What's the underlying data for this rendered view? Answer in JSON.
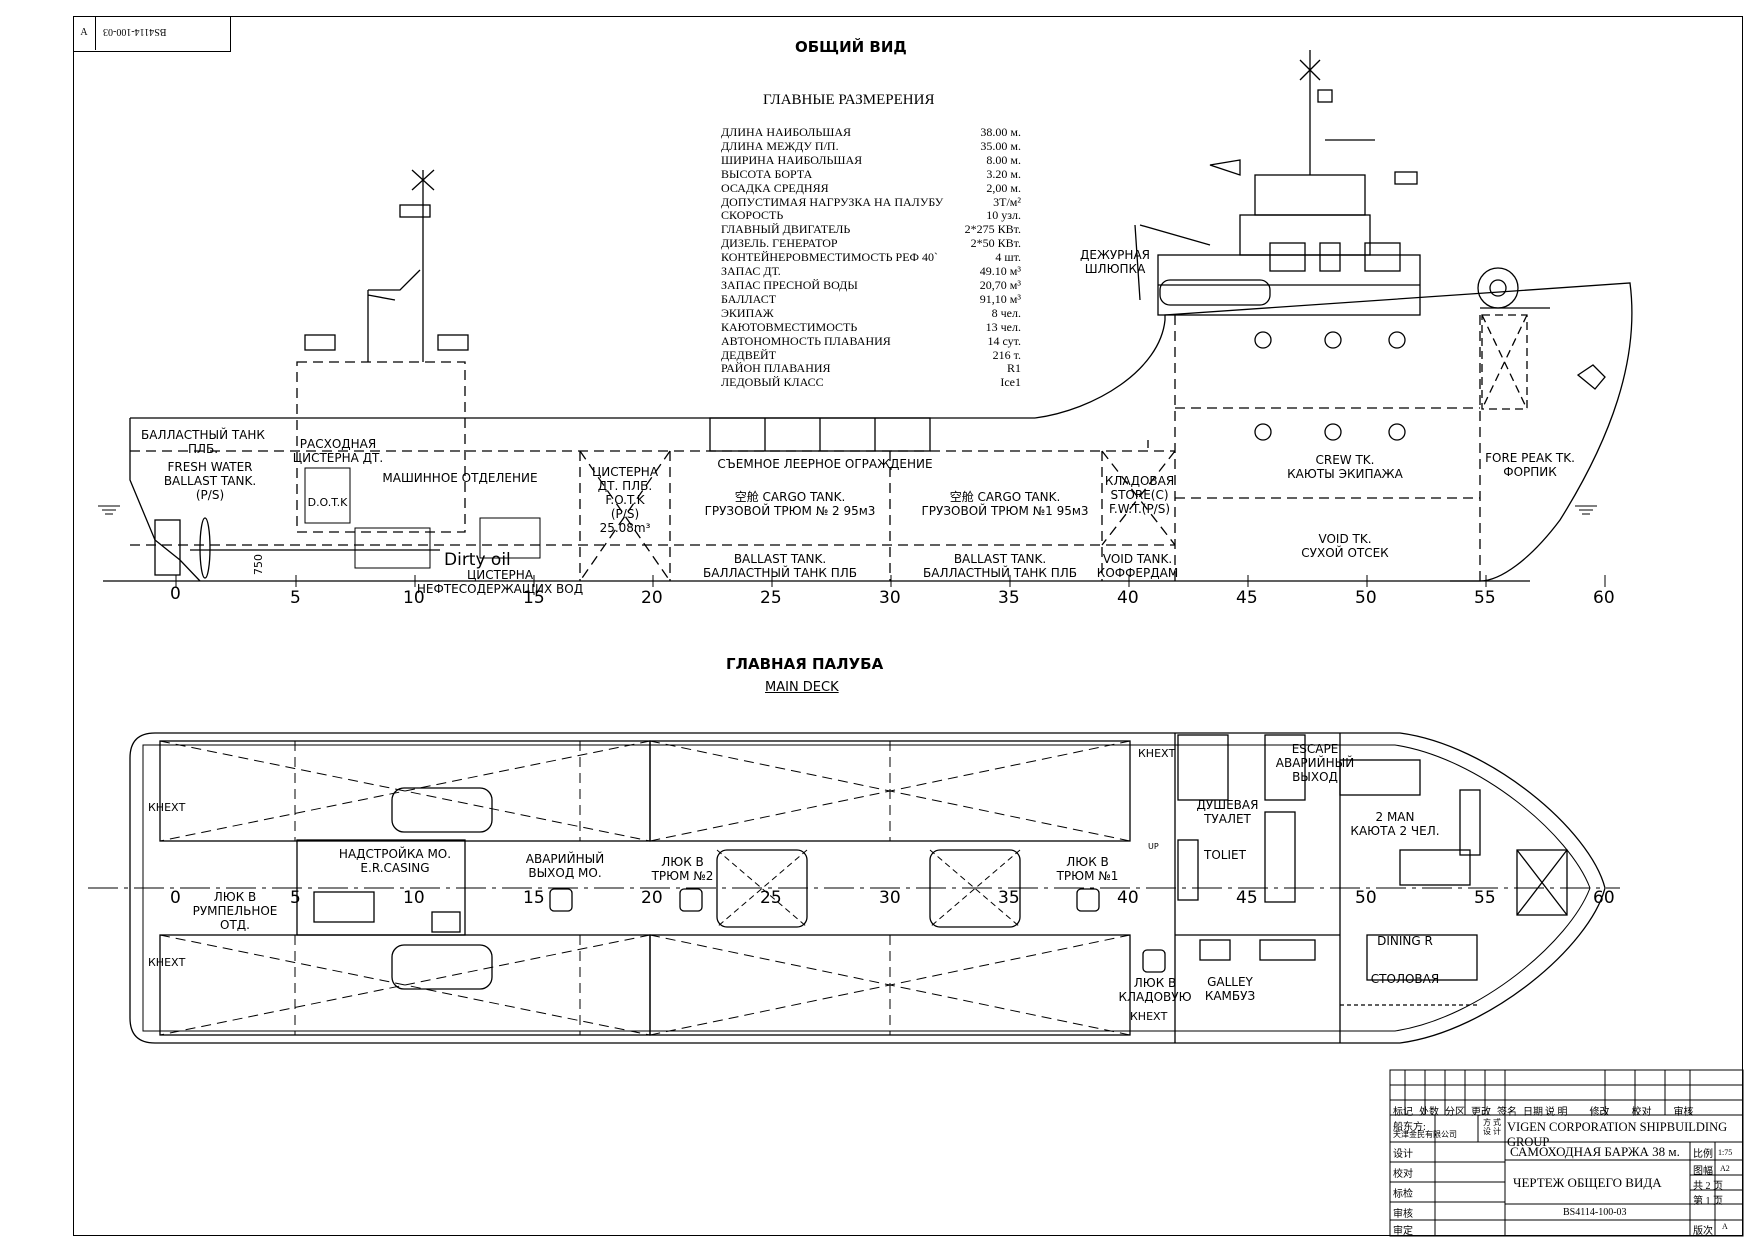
{
  "sheet": {
    "corner_letter": "A",
    "corner_number": "BS4114-100-03"
  },
  "profile": {
    "title": "ОБЩИЙ ВИД"
  },
  "particulars": {
    "title": "ГЛАВНЫЕ РАЗМЕРЕНИЯ",
    "rows": [
      {
        "name": "ДЛИНА НАИБОЛЬШАЯ",
        "value": "38.00 м."
      },
      {
        "name": "ДЛИНА МЕЖДУ П/П.",
        "value": "35.00 м."
      },
      {
        "name": "ШИРИНА НАИБОЛЬШАЯ",
        "value": "8.00 м."
      },
      {
        "name": "ВЫСОТА БОРТА",
        "value": "3.20 м."
      },
      {
        "name": "ОСАДКА СРЕДНЯЯ",
        "value": "2,00 м."
      },
      {
        "name": "ДОПУСТИМАЯ НАГРУЗКА НА ПАЛУБУ",
        "value": "3Т/м²"
      },
      {
        "name": "СКОРОСТЬ",
        "value": "10 узл."
      },
      {
        "name": "ГЛАВНЫЙ ДВИГАТЕЛЬ",
        "value": "2*275 КВт."
      },
      {
        "name": "ДИЗЕЛЬ. ГЕНЕРАТОР",
        "value": "2*50 КВт."
      },
      {
        "name": "КОНТЕЙНЕРОВМЕСТИМОСТЬ РЕФ 40`",
        "value": "4 шт."
      },
      {
        "name": "ЗАПАС ДТ.",
        "value": "49.10 м³"
      },
      {
        "name": "ЗАПАС ПРЕСНОЙ ВОДЫ",
        "value": "20,70 м³"
      },
      {
        "name": "БАЛЛАСТ",
        "value": "91,10 м³"
      },
      {
        "name": "ЭКИПАЖ",
        "value": "8 чел."
      },
      {
        "name": "КАЮТОВМЕСТИМОСТЬ",
        "value": "13 чел."
      },
      {
        "name": "АВТОНОМНОСТЬ ПЛАВАНИЯ",
        "value": "14 сут."
      },
      {
        "name": "ДЕДВЕЙТ",
        "value": "216 т."
      },
      {
        "name": "РАЙОН ПЛАВАНИЯ",
        "value": "R1"
      },
      {
        "name": "ЛЕДОВЫЙ КЛАСС",
        "value": "Ice1"
      }
    ]
  },
  "profile_labels": {
    "ballast_tank": "БАЛЛАСТНЫЙ ТАНК\nПЛБ.",
    "service_tank": "РАСХОДНАЯ\nЦИСТЕРНА ДТ.",
    "fw_ballast": "FRESH WATER\nBALLAST TANK.\n(P/S)",
    "engine_room": "МАШИННОЕ ОТДЕЛЕНИЕ",
    "dotk": "D.O.T.K",
    "fotk": "ЦИСТЕРНА\nДТ. ПЛБ.\nF.O.T.K\n(P/S)\n25.08m³",
    "railing": "СЪЕМНОЕ ЛЕЕРНОЕ ОГРАЖДЕНИЕ",
    "cargo2": "空舱  CARGO TANK.\nГРУЗОВОЙ ТРЮМ № 2  95м3",
    "cargo1": "空舱  CARGO TANK.\nГРУЗОВОЙ ТРЮМ №1  95м3",
    "ballast_a": "BALLAST TANK.\nБАЛЛАСТНЫЙ ТАНК ПЛБ",
    "ballast_b": "BALLAST TANK.\nБАЛЛАСТНЫЙ ТАНК ПЛБ",
    "dirty_oil": "Dirty oil",
    "oily_water": "ЦИСТЕРНА\nНЕФТЕСОДЕРЖАЩИХ ВОД",
    "dim_750": "750",
    "store": "КЛАДОВАЯ\nSTORE(C)\nF.W.T.(P/S)",
    "void_coffer": "VOID TANK.\nКОФФЕРДАМ",
    "rescue_boat": "ДЕЖУРНАЯ\nШЛЮПКА",
    "crew": "CREW TK.\nКАЮТЫ ЭКИПАЖА",
    "void": "VOID TK.\nСУХОЙ ОТСЕК",
    "fore_peak": "FORE PEAK TK.\nФОРПИК"
  },
  "frames": [
    "0",
    "5",
    "10",
    "15",
    "20",
    "25",
    "30",
    "35",
    "40",
    "45",
    "50",
    "55",
    "60"
  ],
  "deck": {
    "title": "ГЛАВНАЯ ПАЛУБА",
    "subtitle": "MAIN DECK",
    "knekht_a": "КНЕХТ",
    "knekht_b": "КНЕХТ",
    "knekht_c": "КНЕХТ",
    "knekht_d": "КНЕХТ",
    "casing": "НАДСТРОЙКА МО.\nE.R.CASING",
    "rudder_hatch": "ЛЮК В\nРУМПЕЛЬНОЕ\nОТД.",
    "escape_er": "АВАРИЙНЫЙ\nВЫХОД МО.",
    "hatch2": "ЛЮК В\nТРЮМ №2",
    "hatch1": "ЛЮК В\nТРЮМ №1",
    "store_hatch": "ЛЮК В\nКЛАДОВУЮ",
    "shower": "ДУШЕВАЯ\nТУАЛЕТ",
    "toilet": "TOLIET",
    "escape": "ESCAPE\nАВАРИЙНЫЙ\nВЫХОД",
    "cabin": "2 MAN\nКАЮТА 2 ЧЕЛ.",
    "dining": "DINING R",
    "mess": "СТОЛОВАЯ",
    "galley": "GALLEY\nКАМБУЗ",
    "up": "UP"
  },
  "title_block": {
    "company": "VIGEN CORPORATION SHIPBUILDING GROUP",
    "vessel": "САМОХОДНАЯ БАРЖА 38 м.",
    "drawing": "ЧЕРТЕЖ ОБЩЕГО ВИДА",
    "number": "BS4114-100-03",
    "scale_label": "比例",
    "scale": "1:75",
    "size_label": "图幅",
    "size": "A2",
    "sheets": "共 2 页",
    "sheet_no": "第 1 页",
    "rev_label": "版次",
    "rev": "A",
    "designer": "设计",
    "checker": "校对",
    "standard": "标检",
    "review": "审核",
    "approve": "审定",
    "owner_label": "船东方:",
    "owner": "天津金民有限公司",
    "party_label": "方 式\n设 计",
    "hdr": [
      "标记",
      "处数",
      "分区",
      "更改",
      "签名",
      "日期"
    ],
    "hdr2": [
      "说  明",
      "修改",
      "校对",
      "审核"
    ]
  }
}
